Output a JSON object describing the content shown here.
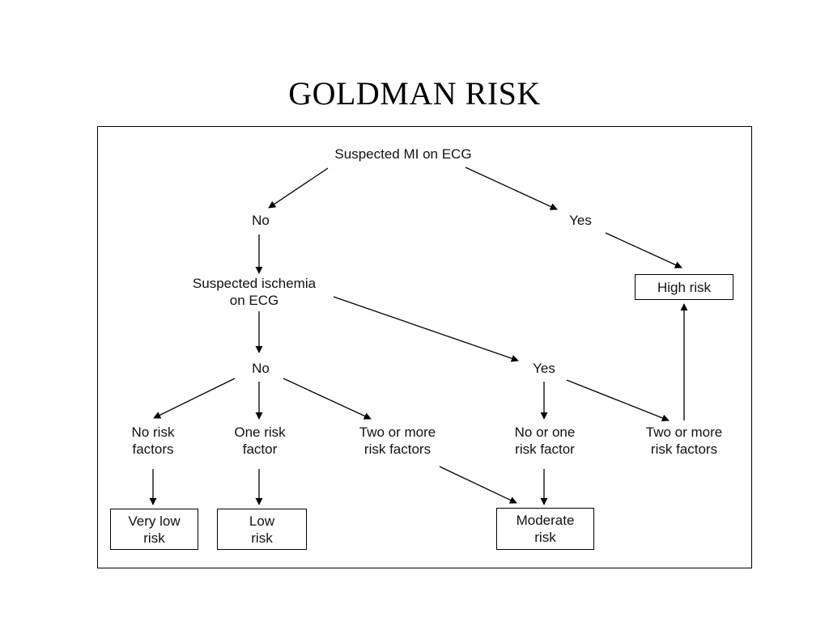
{
  "title": "GOLDMAN RISK",
  "nodes": {
    "suspected_mi": "Suspected MI on ECG",
    "mi_no": "No",
    "mi_yes": "Yes",
    "high_risk": "High risk",
    "ischemia": [
      "Suspected ischemia",
      "on ECG"
    ],
    "ischemia_no": "No",
    "ischemia_yes": "Yes",
    "no_risk_factors": [
      "No risk",
      "factors"
    ],
    "one_risk_factor": [
      "One risk",
      "factor"
    ],
    "two_or_more_left": [
      "Two or more",
      "risk factors"
    ],
    "no_or_one": [
      "No or one",
      "risk factor"
    ],
    "two_or_more_right": [
      "Two or more",
      "risk factors"
    ],
    "very_low_risk": [
      "Very low",
      "risk"
    ],
    "low_risk": [
      "Low",
      "risk"
    ],
    "moderate_risk": [
      "Moderate",
      "risk"
    ]
  },
  "colors": {
    "line": "#000000",
    "background": "#ffffff"
  }
}
